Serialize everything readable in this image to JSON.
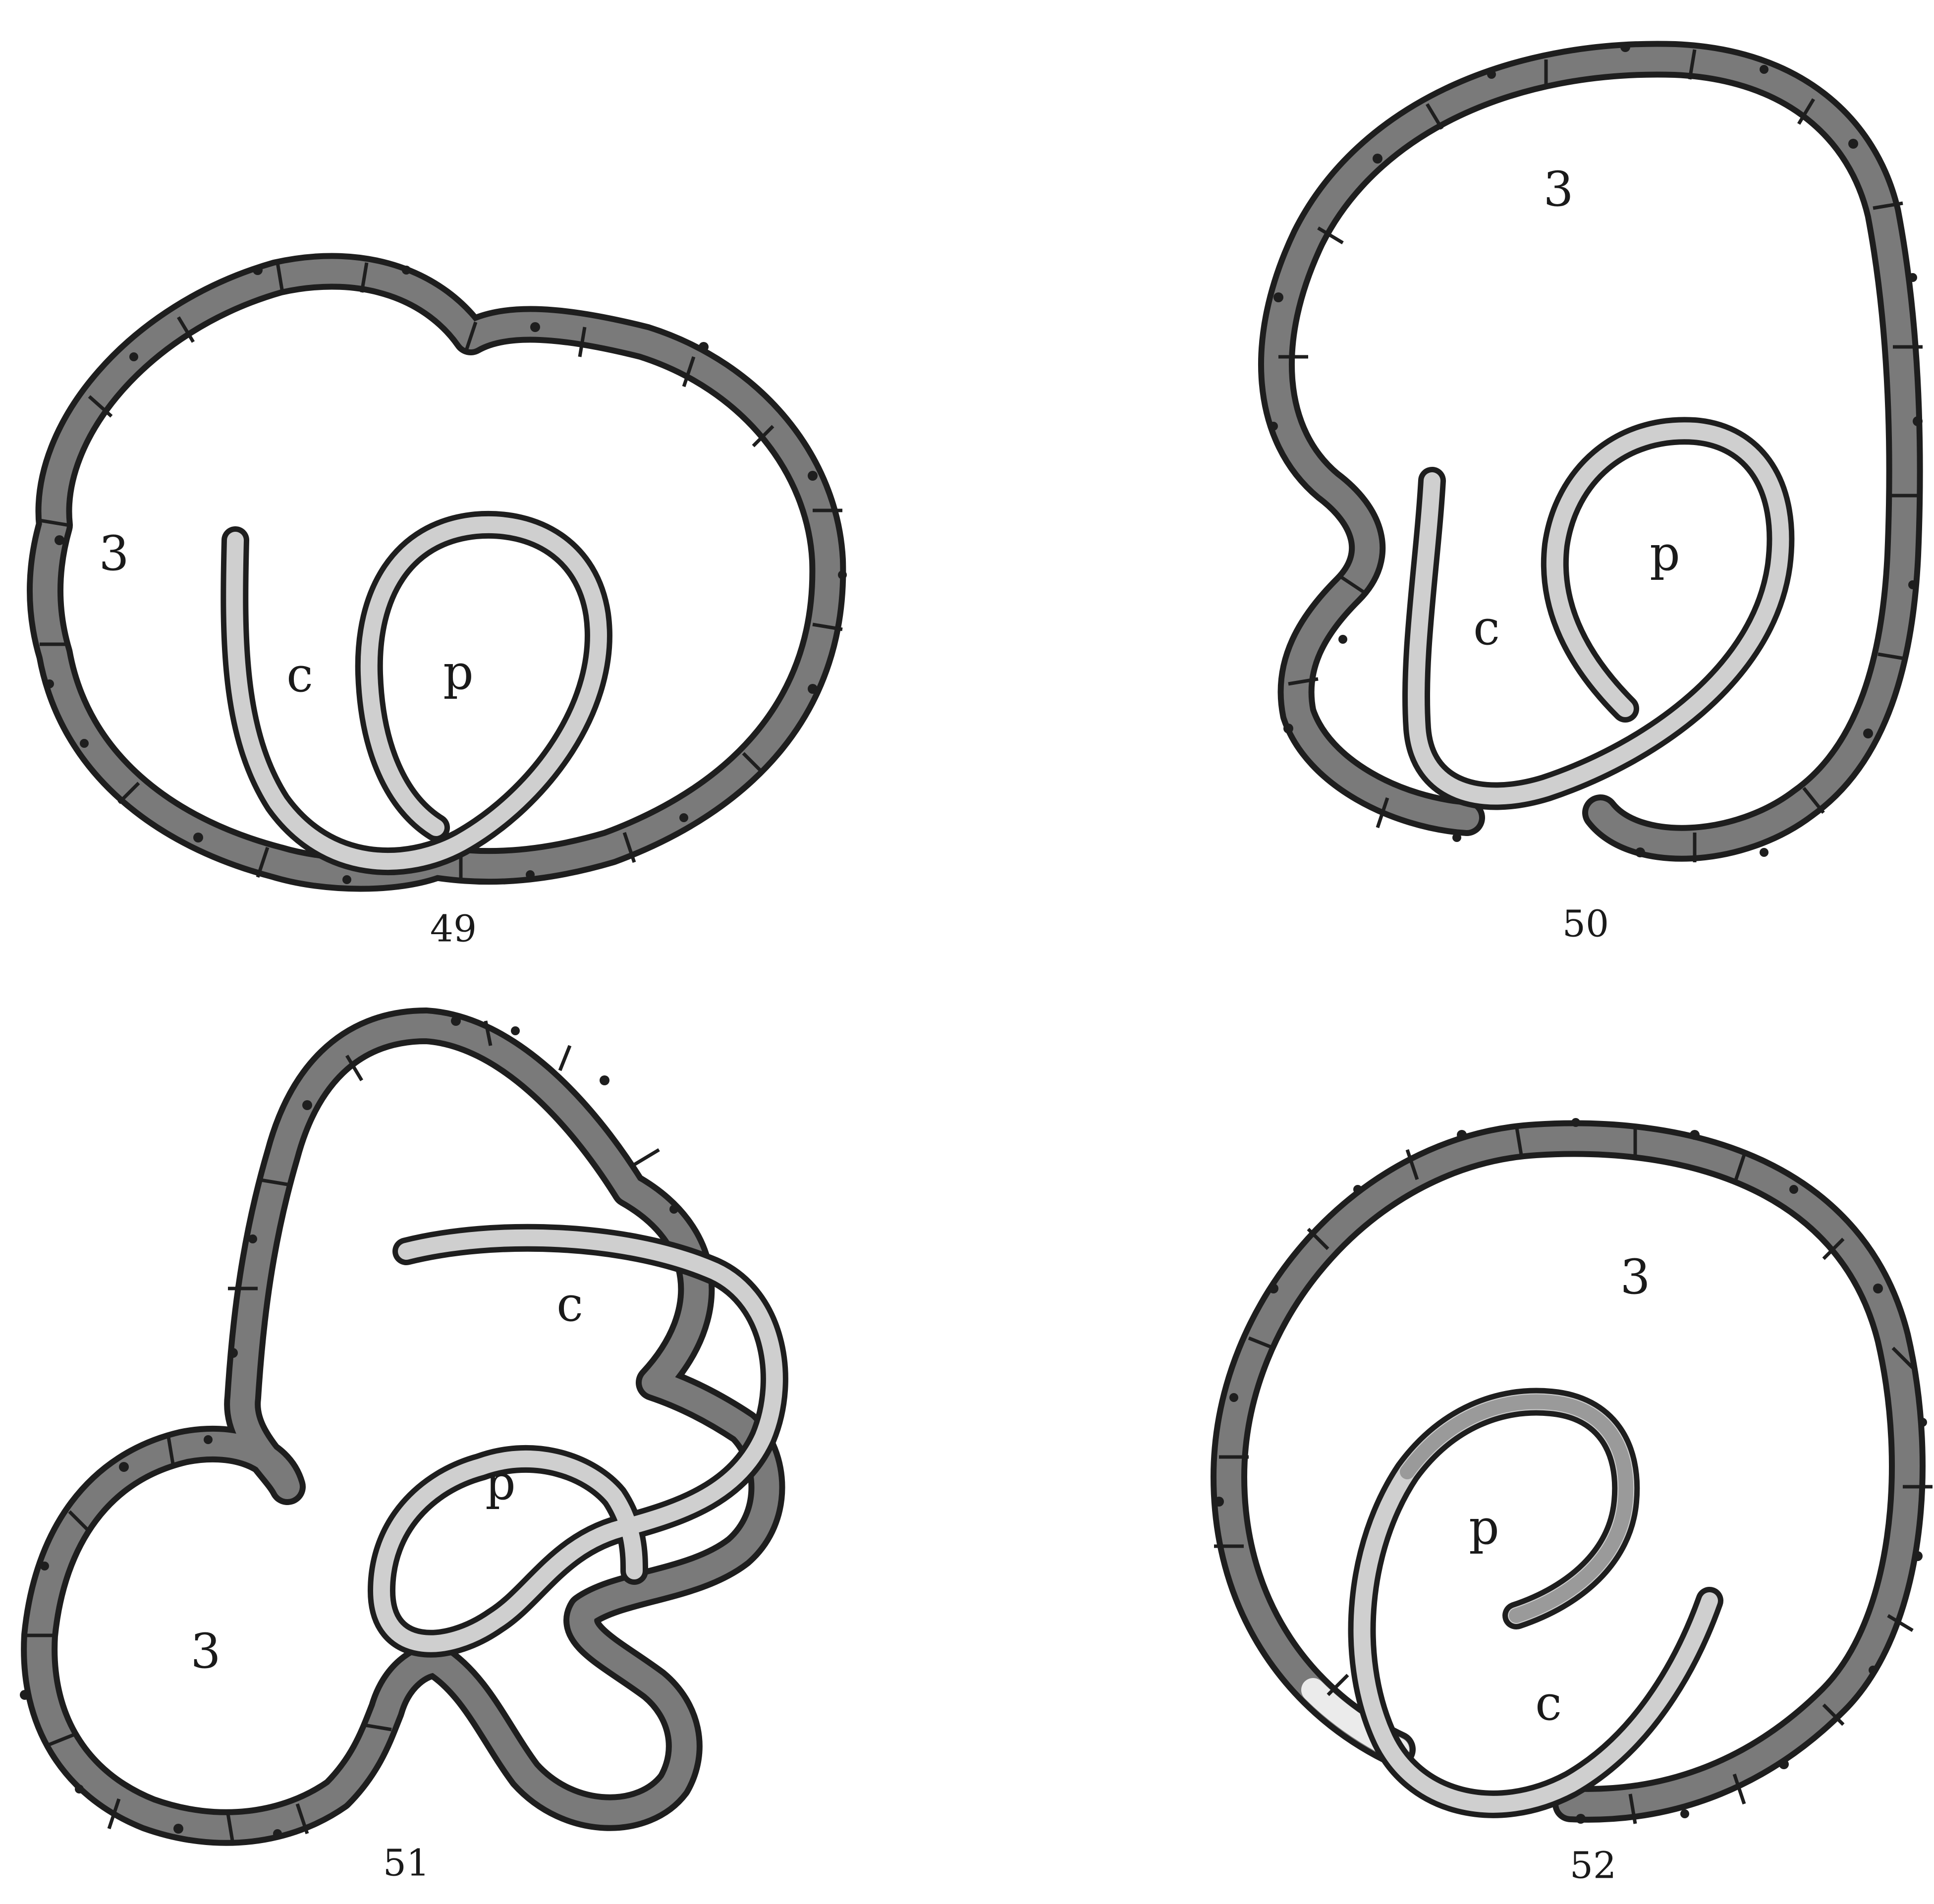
{
  "figures": [
    {
      "number": "49",
      "labels": {
        "outer": "3",
        "coil": "c",
        "loop": "p"
      }
    },
    {
      "number": "50",
      "labels": {
        "outer": "3",
        "coil": "c",
        "loop": "p"
      }
    },
    {
      "number": "51",
      "labels": {
        "outer": "3",
        "coil": "c",
        "loop": "p"
      }
    },
    {
      "number": "52",
      "labels": {
        "outer": "3",
        "coil": "c",
        "loop": "p"
      }
    }
  ],
  "colors": {
    "ink": "#1e1e1e",
    "shell_band": "#7a7a7a",
    "thread_band": "#cfcfcf",
    "paper": "#ffffff"
  }
}
